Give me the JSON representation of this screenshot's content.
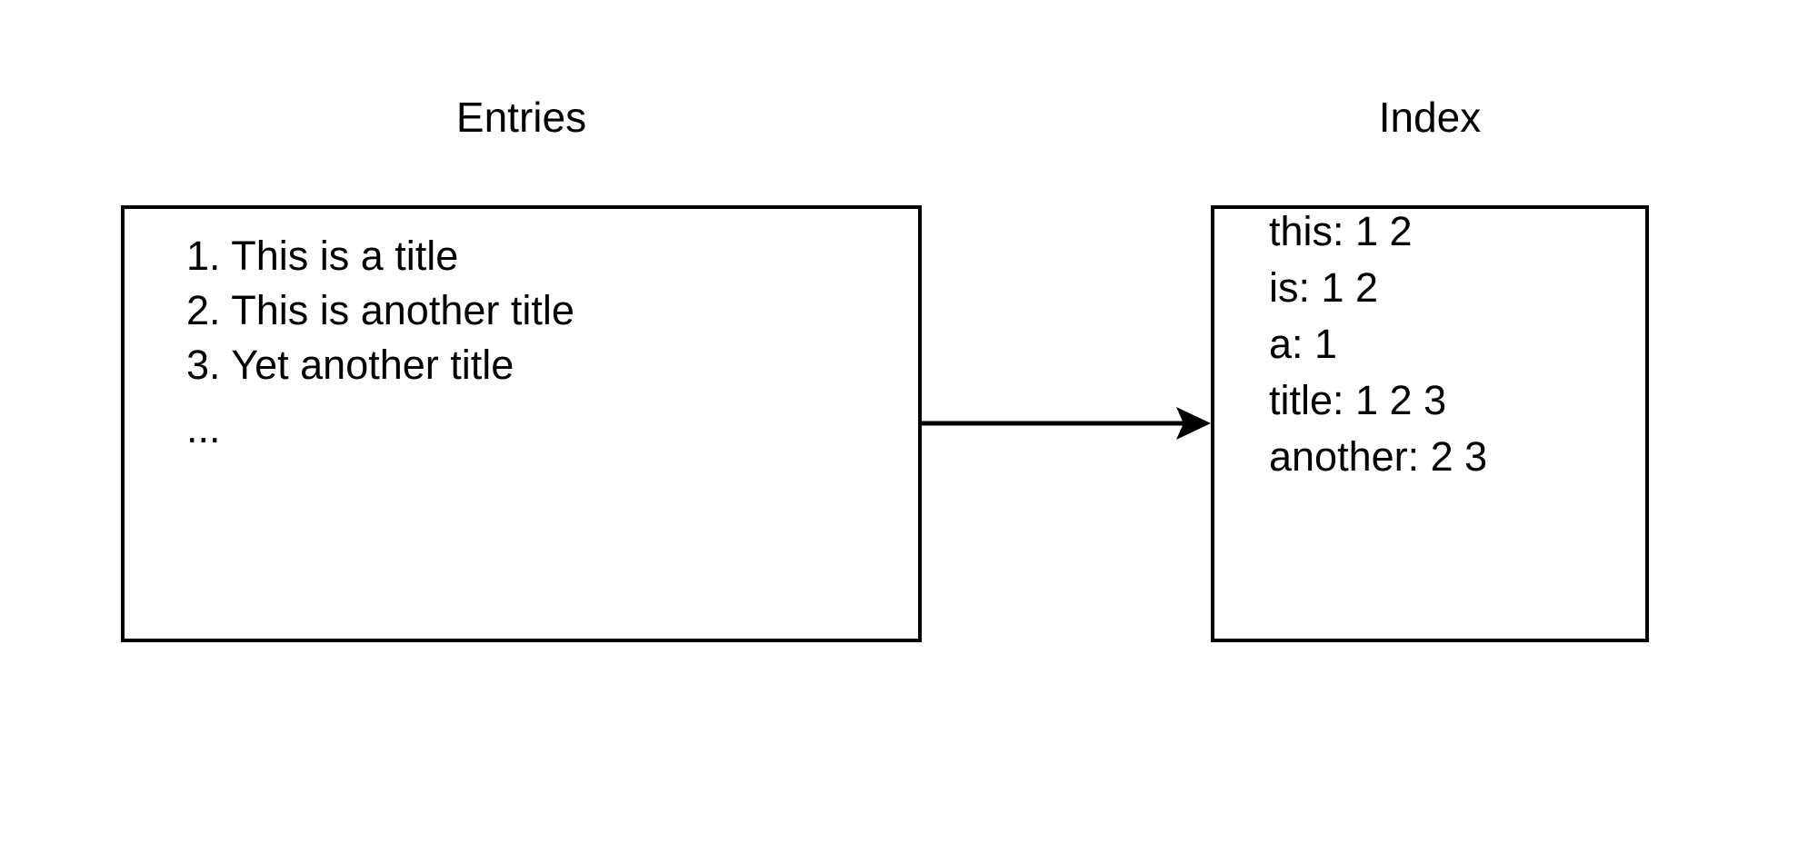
{
  "diagram": {
    "title_left": "Entries",
    "title_right": "Index",
    "background_color": "#ffffff",
    "line_color": "#000000",
    "text_color": "#000000"
  },
  "entries": {
    "label": "Entries",
    "items": [
      "1. This is a title",
      "2. This is another title",
      "3. Yet another title",
      "..."
    ]
  },
  "index": {
    "label": "Index",
    "items": [
      "this: 1 2",
      "is: 1 2",
      "a: 1",
      "title: 1 2 3",
      "another: 2 3"
    ]
  },
  "connector": {
    "name": "entries-to-index-arrow",
    "direction": "right",
    "head": "filled-triangle"
  }
}
